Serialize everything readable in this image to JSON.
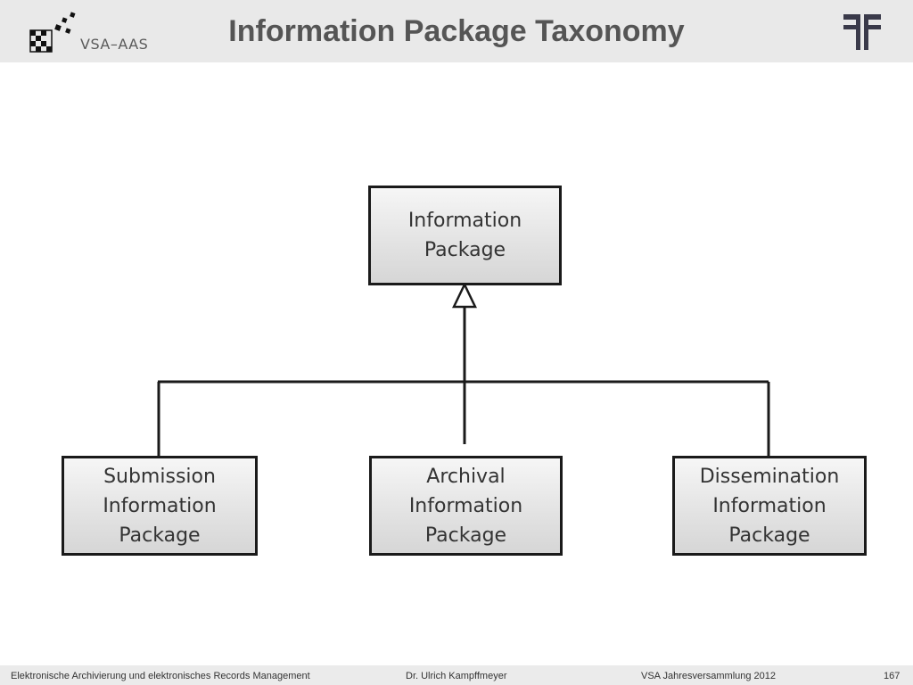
{
  "header": {
    "title": "Information Package Taxonomy",
    "logo_left_text": "VSA–AAS"
  },
  "diagram": {
    "parent": {
      "lines": [
        "Information",
        "Package"
      ]
    },
    "children": [
      {
        "lines": [
          "Submission",
          "Information",
          "Package"
        ]
      },
      {
        "lines": [
          "Archival",
          "Information",
          "Package"
        ]
      },
      {
        "lines": [
          "Dissemination",
          "Information",
          "Package"
        ]
      }
    ]
  },
  "footer": {
    "course": "Elektronische Archivierung und elektronisches Records Management",
    "author": "Dr. Ulrich Kampffmeyer",
    "event": "VSA Jahresversammlung 2012",
    "page": "167"
  },
  "colors": {
    "header_bg": "#e9e9e9",
    "title": "#555555",
    "box_border": "#1a1a1a",
    "box_text": "#333333",
    "footer_bg": "#ebebeb"
  }
}
